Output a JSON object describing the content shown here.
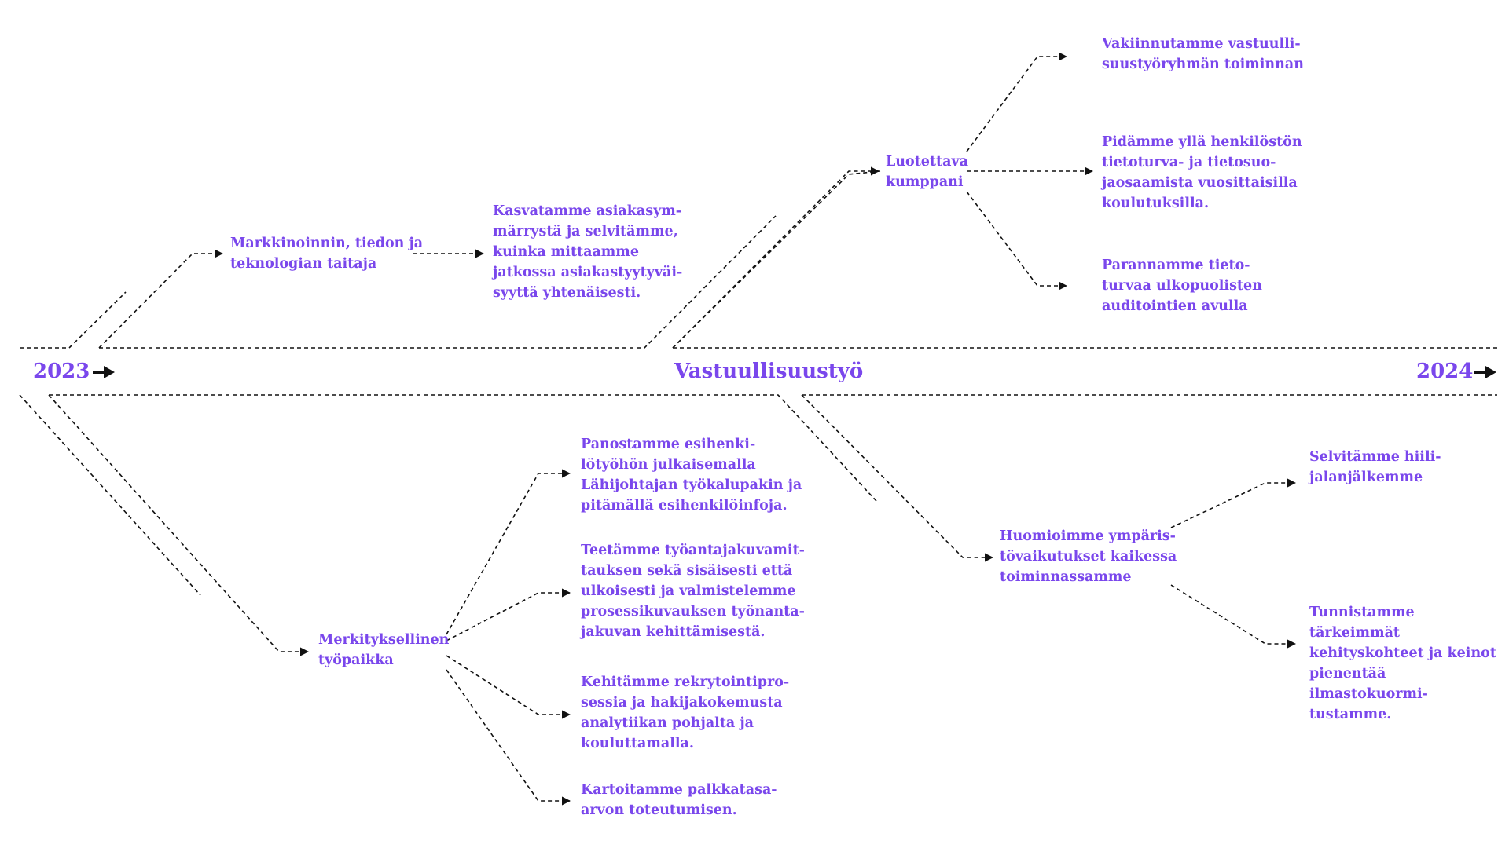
{
  "accent_color": "#7a47ec",
  "line_color": "#111111",
  "timeline": {
    "start_year": "2023",
    "end_year": "2024",
    "title": "Vastuullisuustyö"
  },
  "themes": [
    {
      "label": "Markkinoinnin, tiedon ja\nteknologian taitaja",
      "actions": [
        "Kasvatamme asiakasym-\nmärrystä ja selvitämme,\nkuinka mittaamme\njatkossa asiakastyytyväi-\nsyyttä yhtenäisesti."
      ]
    },
    {
      "label": "Luotettava\nkumppani",
      "actions": [
        "Vakiinnutamme vastuulli-\nsuustyöryhmän toiminnan",
        "Pidämme yllä henkilöstön\ntietoturva- ja tietosuo-\njaosaamista vuosittaisilla\nkoulutuksilla.",
        "Parannamme tieto-\nturvaa ulkopuolisten\nauditointien avulla"
      ]
    },
    {
      "label": "Merkityksellinen\ntyöpaikka",
      "actions": [
        "Panostamme esihenki-\nlötyöhön julkaisemalla\nLähijohtajan työkalupakin ja\npitämällä esihenkilöinfoja.",
        "Teetämme työantajakuvamit-\ntauksen sekä sisäisesti että\nulkoisesti ja valmistelemme\nprosessikuvauksen työnanta-\njakuvan kehittämisestä.",
        "Kehitämme rekrytointipro-\nsessia ja hakijakokemusta\nanalytiikan pohjalta ja\nkouluttamalla.",
        "Kartoitamme palkkatasa-\narvon toteutumisen."
      ]
    },
    {
      "label": "Huomioimme ympäris-\ntövaikutukset kaikessa\ntoiminnassamme",
      "actions": [
        "Selvitämme hiili-\njalanjälkemme",
        "Tunnistamme tärkeimmät\nkehityskohteet ja keinot\npienentää ilmastokuormi-\ntustamme."
      ]
    }
  ]
}
